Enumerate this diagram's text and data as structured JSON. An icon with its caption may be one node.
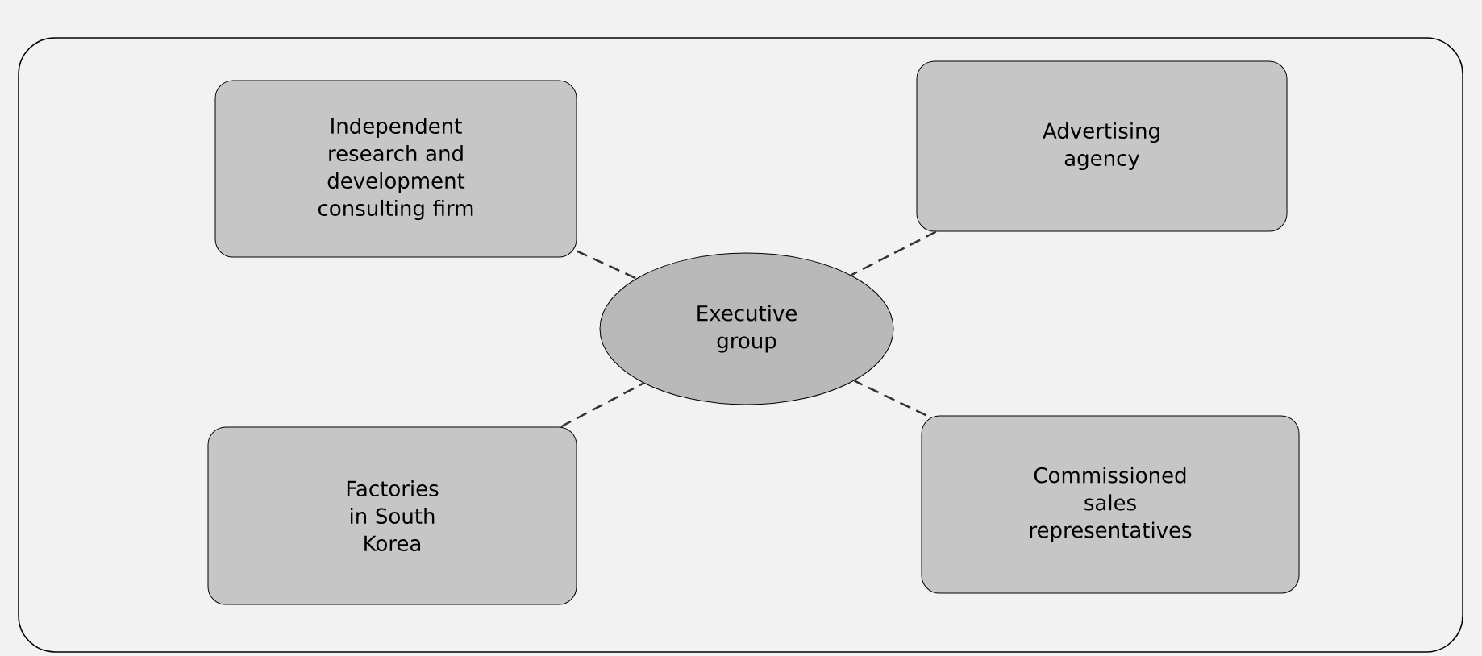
{
  "diagram": {
    "nodes": [
      {
        "text": [
          "Independent research and development consulting firm"
        ]
      },
      {
        "text": [
          "Advertising agency"
        ]
      },
      {
        "text": [
          "Executive group"
        ]
      },
      {
        "text": [
          "Factories in South Korea"
        ]
      },
      {
        "text": [
          "Commissioned sales representatives"
        ]
      }
    ],
    "edges": [
      {
        "from": 0,
        "to": 2,
        "arrow": "none",
        "style": "dashed"
      },
      {
        "from": 1,
        "to": 2,
        "arrow": "none",
        "style": "dashed"
      },
      {
        "from": 3,
        "to": 2,
        "arrow": "none",
        "style": "dashed"
      },
      {
        "from": 4,
        "to": 2,
        "arrow": "none",
        "style": "dashed"
      }
    ]
  }
}
